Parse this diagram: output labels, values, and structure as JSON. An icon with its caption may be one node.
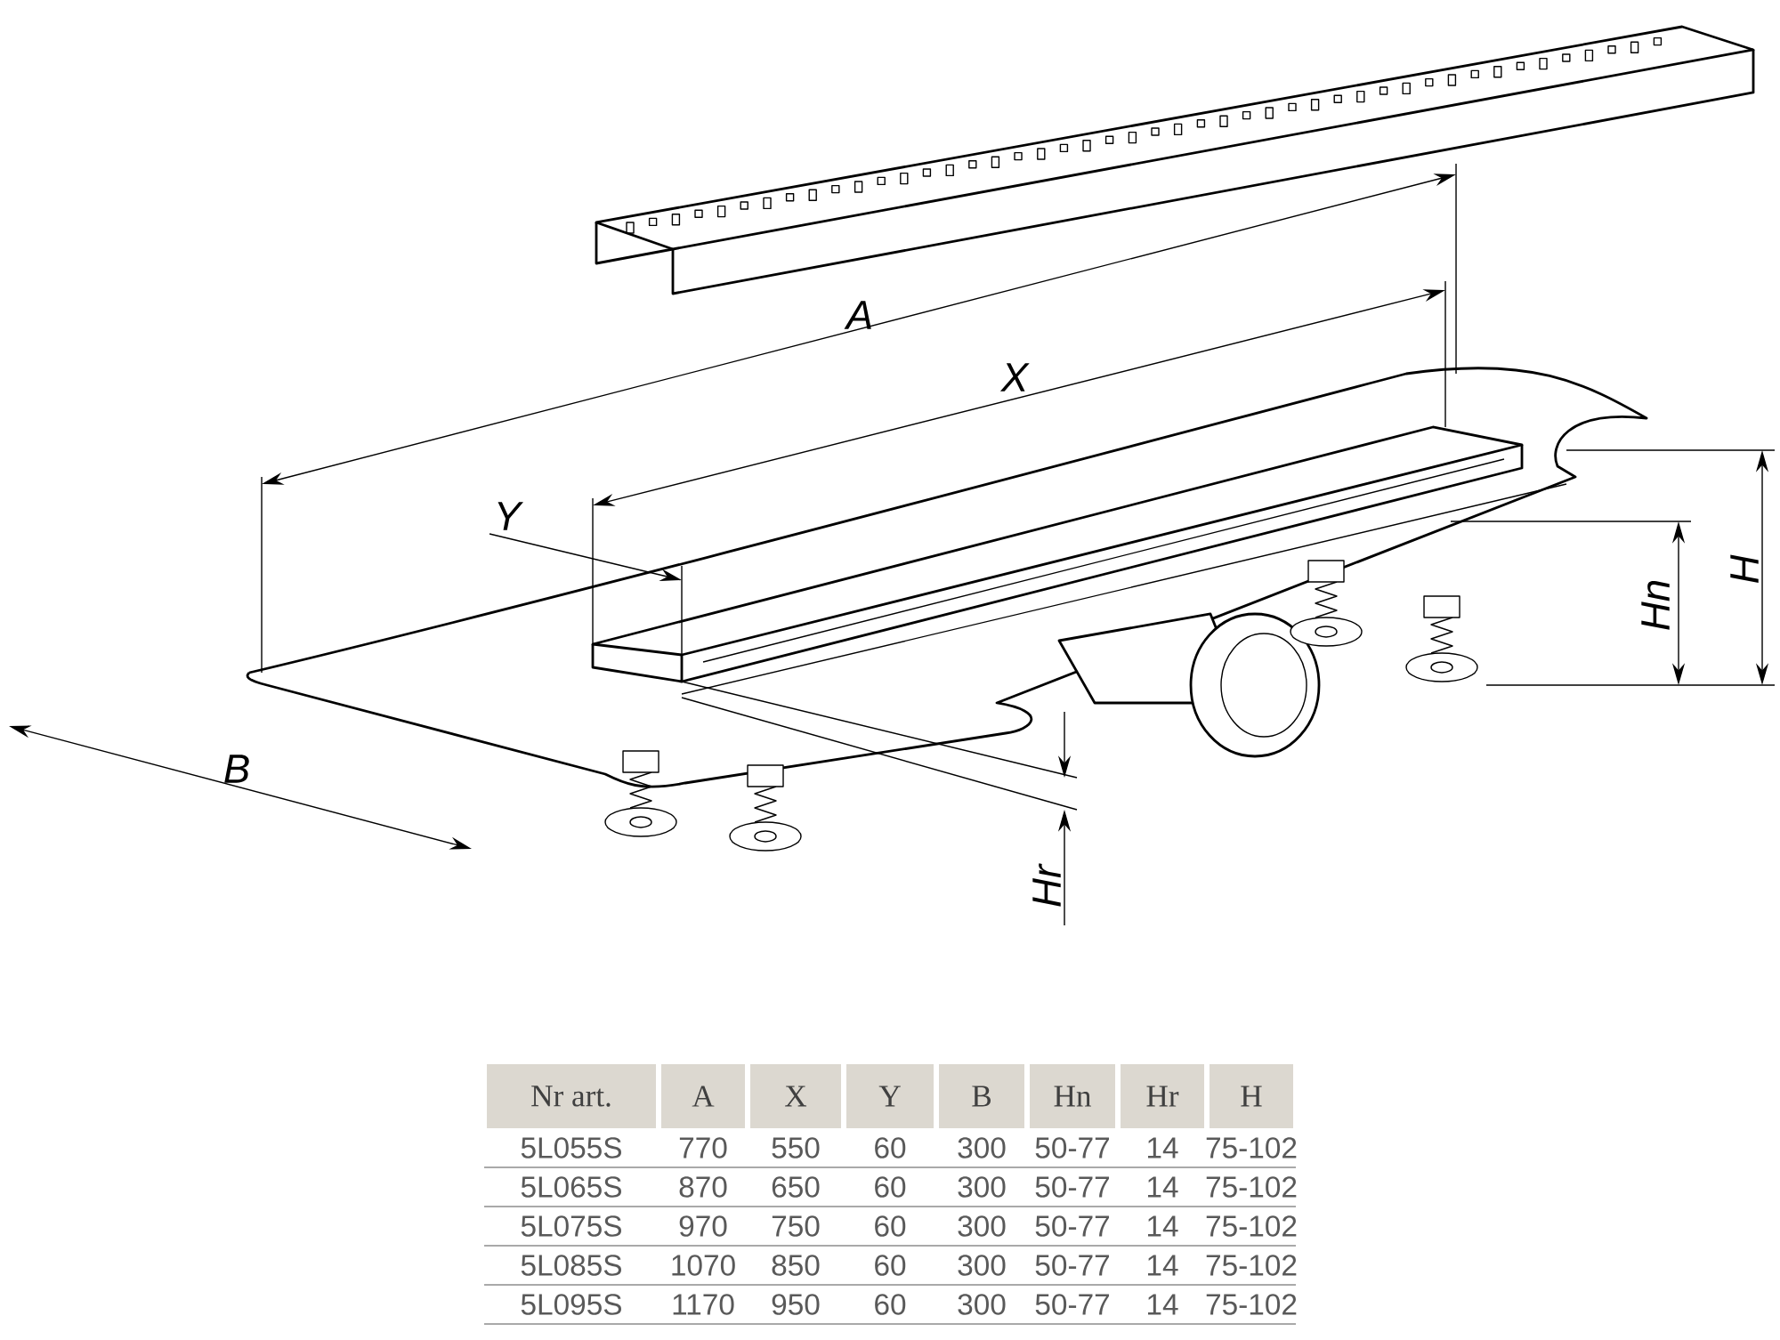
{
  "diagram": {
    "labels": [
      "A",
      "X",
      "Y",
      "B",
      "Hr",
      "Hn",
      "H",
      "Nr art.",
      "A",
      "X",
      "Y",
      "B",
      "Hn",
      "Hr",
      "H",
      "5L055S",
      "770",
      "550",
      "60",
      "300",
      "50-77",
      "14",
      "75-102",
      "5L065S",
      "870",
      "650",
      "60",
      "300",
      "50-77",
      "14",
      "75-102",
      "5L075S",
      "970",
      "750",
      "60",
      "300",
      "50-77",
      "14",
      "75-102",
      "5L085S",
      "1070",
      "850",
      "60",
      "300",
      "50-77",
      "14",
      "75-102",
      "5L095S",
      "1170",
      "950",
      "60",
      "300",
      "50-77",
      "14",
      "75-102"
    ]
  }
}
